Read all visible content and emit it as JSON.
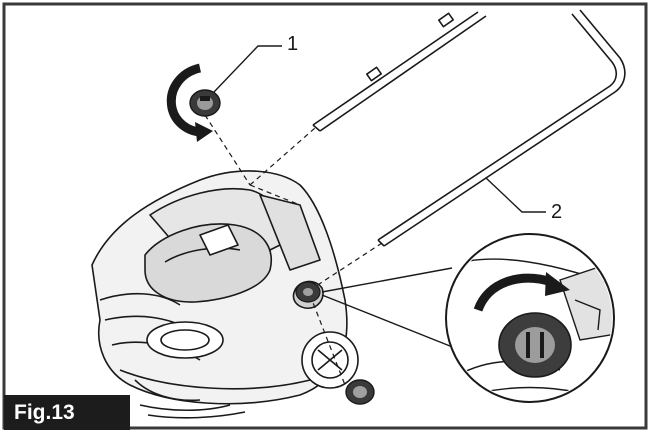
{
  "figure": {
    "label": "Fig.13",
    "callouts": [
      {
        "number": "1",
        "part": "handle-knob"
      },
      {
        "number": "2",
        "part": "handle-bar"
      }
    ],
    "colors": {
      "line": "#1a1a1a",
      "border": "#3a3a3a",
      "label_bg": "#1c1c1c",
      "label_text": "#ffffff"
    }
  }
}
